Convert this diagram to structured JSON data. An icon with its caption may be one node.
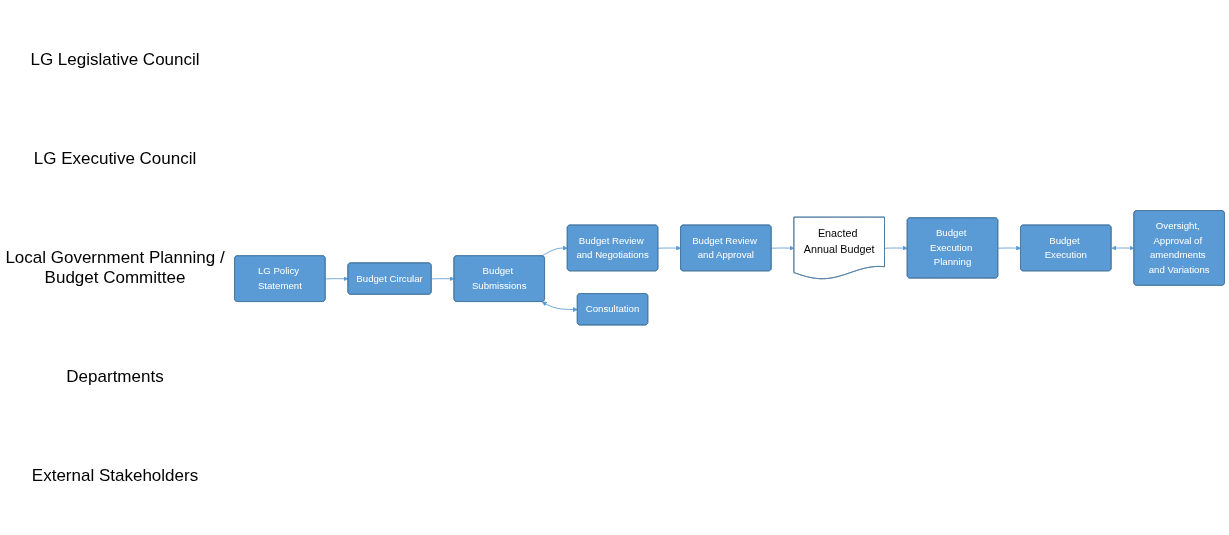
{
  "diagram": {
    "nodes": [
      {
        "text": [
          "LG Policy Statement"
        ]
      },
      {
        "text": [
          "Budget Review and Approval"
        ]
      },
      {
        "text": [
          "Enacted Annual Budget"
        ]
      },
      {
        "text": [
          "Oversight, Approval of amendments and Variations"
        ]
      },
      {
        "text": [
          "Budget Circular"
        ]
      },
      {
        "text": [
          "Budget Review and Negotiations"
        ]
      },
      {
        "text": [
          "Budget Execution Planning"
        ]
      },
      {
        "text": [
          "Budget Execution"
        ]
      },
      {
        "text": [
          "Budget Submissions"
        ]
      },
      {
        "text": [
          "Consultation"
        ]
      }
    ],
    "edges": [
      {
        "from": 0,
        "to": 4,
        "arrow": "to"
      },
      {
        "from": 4,
        "to": 8,
        "arrow": "to"
      },
      {
        "from": 8,
        "to": 9,
        "arrow": "both"
      },
      {
        "from": 8,
        "to": 5,
        "arrow": "to"
      },
      {
        "from": 5,
        "to": 1,
        "arrow": "to"
      },
      {
        "from": 1,
        "to": 2,
        "arrow": "to"
      },
      {
        "from": 2,
        "to": 6,
        "arrow": "to"
      },
      {
        "from": 6,
        "to": 7,
        "arrow": "to"
      },
      {
        "from": 7,
        "to": 3,
        "arrow": "both"
      }
    ],
    "labels": [
      "LG Legislative Council",
      "LG Executive Council",
      "Local Government Planning / Budget Committee",
      "Departments",
      "External Stakeholders"
    ]
  }
}
